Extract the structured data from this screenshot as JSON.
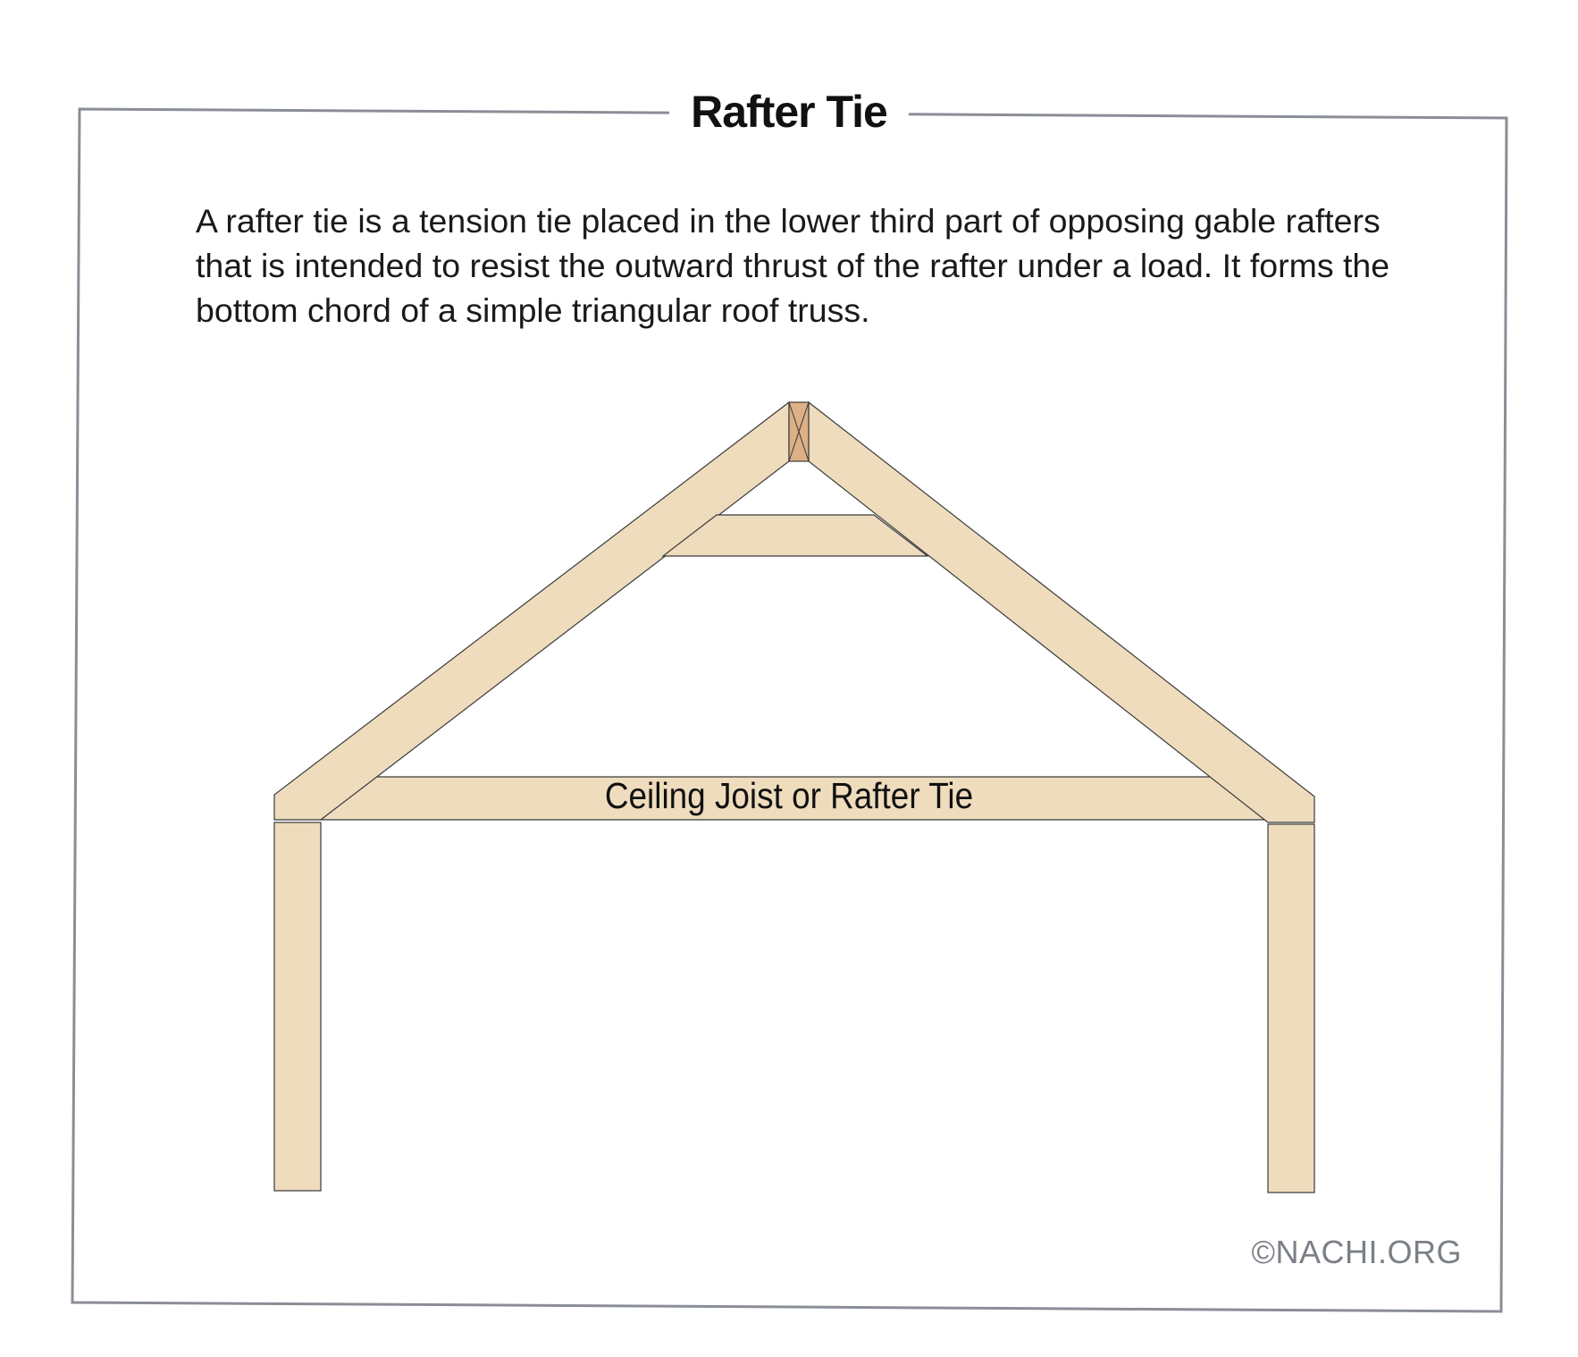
{
  "title": "Rafter Tie",
  "description": "A rafter tie is a tension tie placed in the lower third part of opposing gable rafters that is intended to resist the outward thrust of the rafter under a load. It forms the bottom chord of a simple triangular roof truss.",
  "labels": {
    "ceiling_joist": "Ceiling Joist or Rafter Tie"
  },
  "copyright": "©NACHI.ORG",
  "colors": {
    "wood": "#eedcbd",
    "ridge_board": "#ddb086",
    "outline": "#3a3a3a",
    "frame_border": "#8a8e96",
    "background": "#ffffff"
  }
}
